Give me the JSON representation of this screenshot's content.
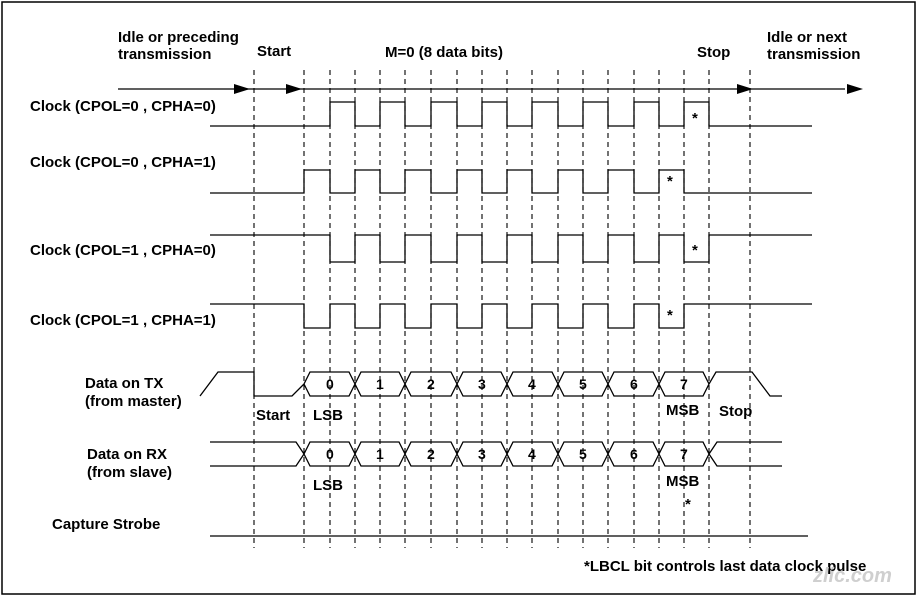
{
  "header": {
    "idle_before_l1": "Idle or preceding",
    "idle_before_l2": "transmission",
    "start": "Start",
    "data_bits": "M=0 (8 data bits)",
    "stop": "Stop",
    "idle_after_l1": "Idle or next",
    "idle_after_l2": "transmission"
  },
  "signals": {
    "clk_00": "Clock (CPOL=0 , CPHA=0)",
    "clk_01": "Clock (CPOL=0 , CPHA=1)",
    "clk_10": "Clock (CPOL=1 , CPHA=0)",
    "clk_11": "Clock (CPOL=1 , CPHA=1)",
    "tx_l1": "Data on TX",
    "tx_l2": "(from master)",
    "rx_l1": "Data on RX",
    "rx_l2": "(from slave)",
    "strobe": "Capture Strobe"
  },
  "bits": [
    "0",
    "1",
    "2",
    "3",
    "4",
    "5",
    "6",
    "7"
  ],
  "annotations": {
    "lsb": "LSB",
    "msb": "MSB",
    "start": "Start",
    "stop": "Stop",
    "asterisk": "*",
    "footnote": "*LBCL bit controls last data clock pulse"
  },
  "watermark": "zlic.com"
}
